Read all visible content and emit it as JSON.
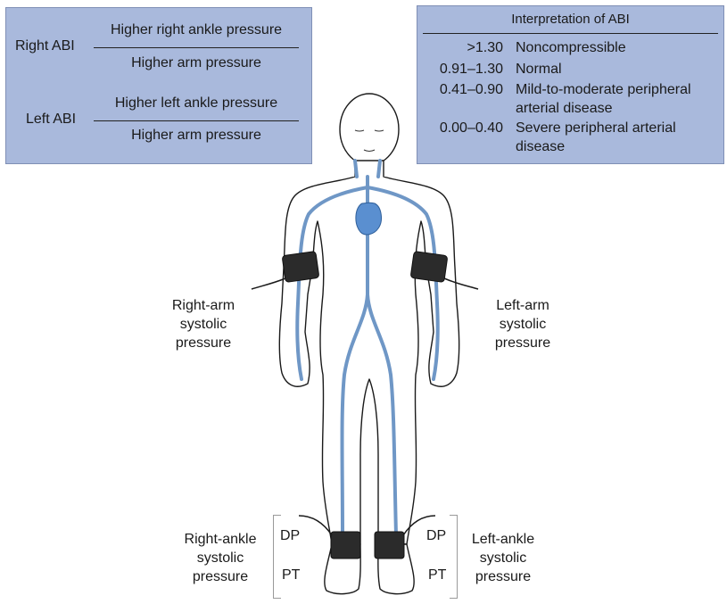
{
  "formulas": {
    "right": {
      "label": "Right ABI",
      "numerator": "Higher right ankle pressure",
      "denominator": "Higher arm pressure"
    },
    "left": {
      "label": "Left ABI",
      "numerator": "Higher left ankle pressure",
      "denominator": "Higher arm pressure"
    }
  },
  "interpretation": {
    "title": "Interpretation of ABI",
    "rows": [
      {
        "range": ">1.30",
        "meaning": "Noncompressible",
        "meaning2": ""
      },
      {
        "range": "0.91–1.30",
        "meaning": "Normal",
        "meaning2": ""
      },
      {
        "range": "0.41–0.90",
        "meaning": "Mild-to-moderate peripheral",
        "meaning2": "arterial disease"
      },
      {
        "range": "0.00–0.40",
        "meaning": "Severe peripheral arterial",
        "meaning2": "disease"
      }
    ]
  },
  "labels": {
    "right_arm": [
      "Right-arm",
      "systolic",
      "pressure"
    ],
    "left_arm": [
      "Left-arm",
      "systolic",
      "pressure"
    ],
    "right_ankle": [
      "Right-ankle",
      "systolic",
      "pressure"
    ],
    "left_ankle": [
      "Left-ankle",
      "systolic",
      "pressure"
    ],
    "dp": "DP",
    "pt": "PT"
  },
  "colors": {
    "panel": "#a9b9dc",
    "vessel": "#6f97c6",
    "cuff": "#2b2b2b",
    "heart": "#5a8fd0"
  }
}
